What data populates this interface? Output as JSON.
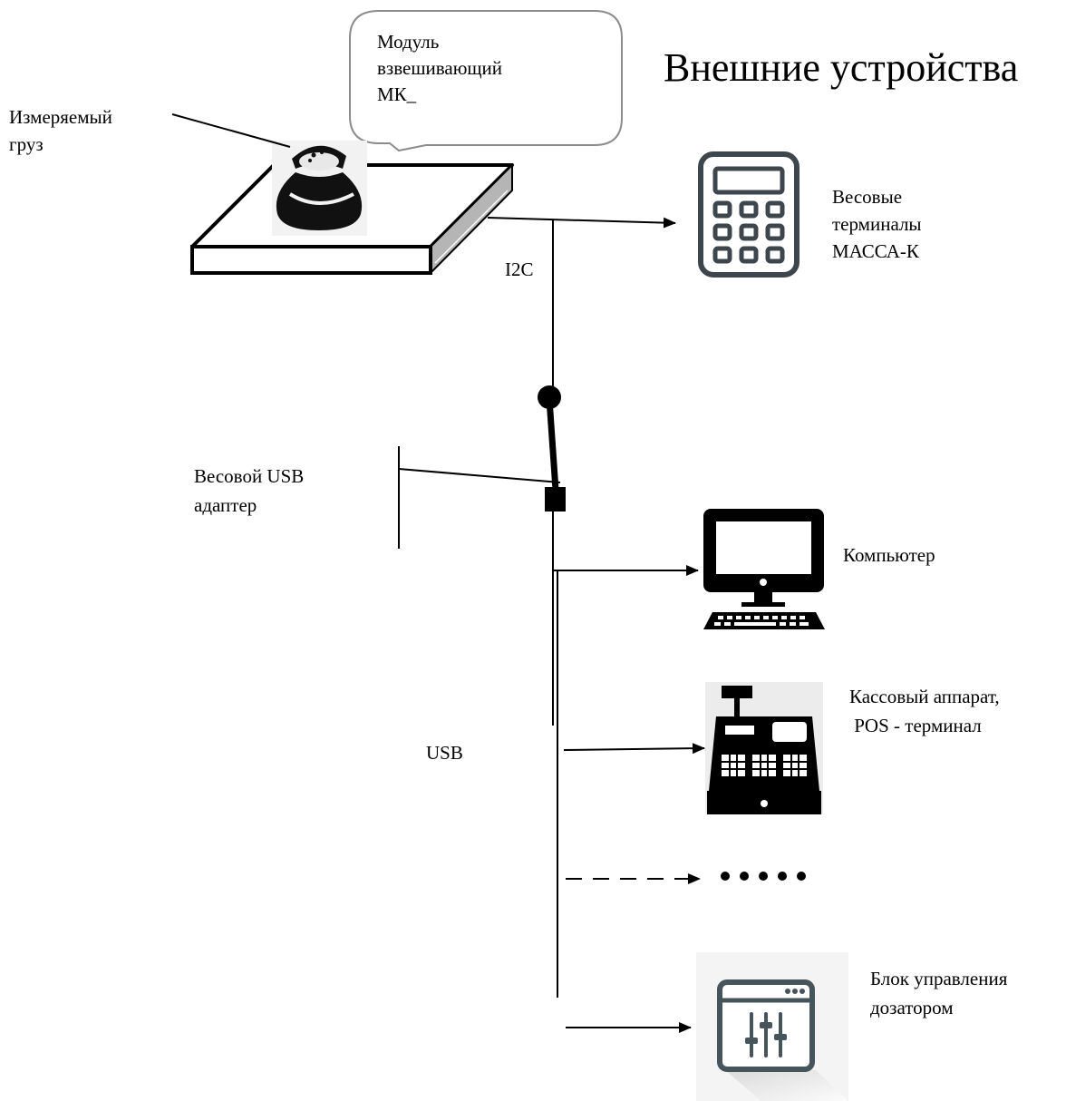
{
  "title": "Внешние устройства",
  "bubble": [
    "Модуль",
    "взвешивающий",
    "МК_"
  ],
  "load_label": [
    "Измеряемый",
    "груз"
  ],
  "i2c_label": "I2C",
  "adapter_label": [
    "Весовой USB",
    "адаптер"
  ],
  "usb_label": "USB",
  "devices": {
    "terminal": [
      "Весовые",
      "терминалы",
      "МАССА-К"
    ],
    "computer": [
      "Компьютер"
    ],
    "cash_register": [
      "Кассовый аппарат,",
      " POS - терминал"
    ],
    "more": "•••••",
    "doser": [
      "Блок управления",
      "дозатором"
    ]
  },
  "icons": [
    "weight-sack-icon",
    "calculator-icon",
    "computer-icon",
    "cash-register-icon",
    "control-panel-icon"
  ]
}
